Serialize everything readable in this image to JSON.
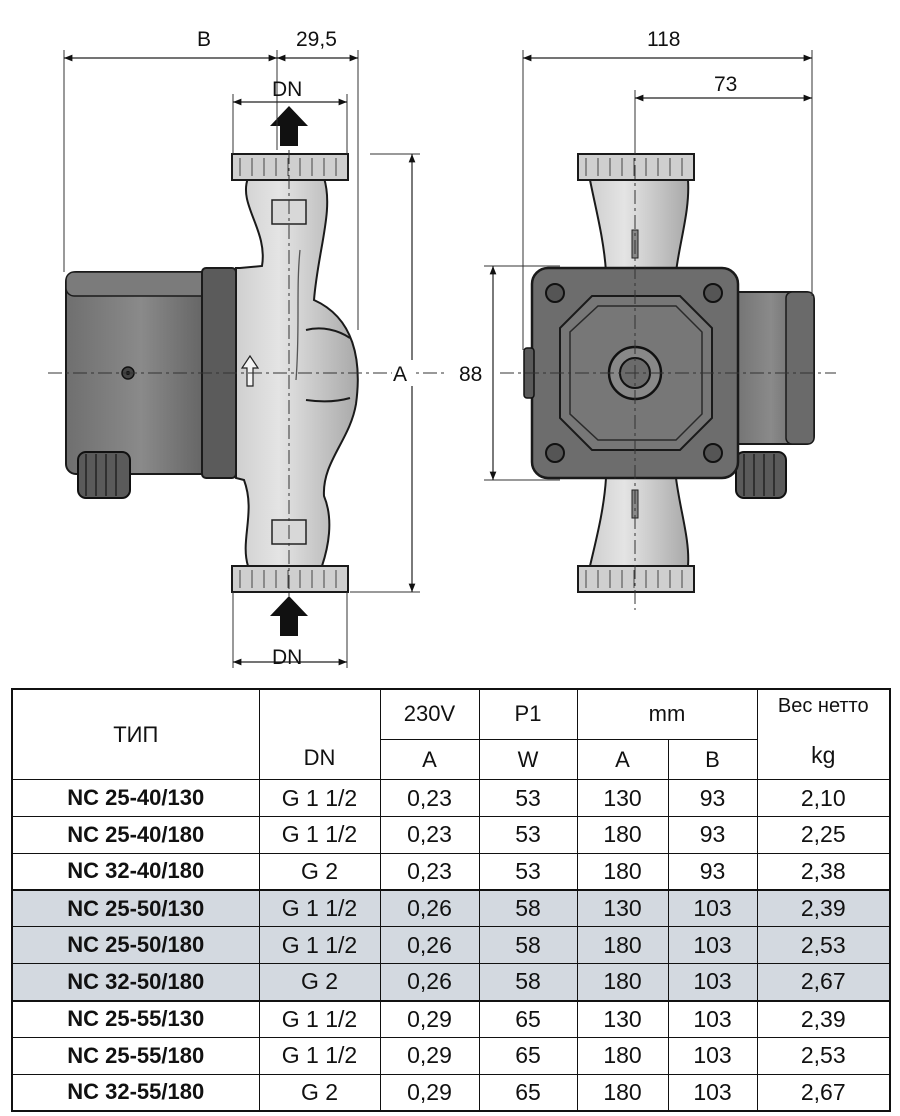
{
  "drawing": {
    "labels": {
      "b": "B",
      "offset": "29,5",
      "dn_top": "DN",
      "dn_bottom": "DN",
      "a": "A",
      "height_88": "88",
      "width_118": "118",
      "width_73": "73"
    }
  },
  "table": {
    "headers": {
      "type": "ТИП",
      "dn": "DN",
      "voltage": "230V",
      "current_unit": "A",
      "power": "P1",
      "power_unit": "W",
      "mm": "mm",
      "a": "A",
      "b": "B",
      "weight": "Вес нетто",
      "weight_unit": "kg"
    },
    "rows": [
      {
        "type": "NC 25-40/130",
        "dn": "G 1 1/2",
        "current": "0,23",
        "power": "53",
        "a": "130",
        "b": "93",
        "weight": "2,10"
      },
      {
        "type": "NC 25-40/180",
        "dn": "G 1 1/2",
        "current": "0,23",
        "power": "53",
        "a": "180",
        "b": "93",
        "weight": "2,25"
      },
      {
        "type": "NC 32-40/180",
        "dn": "G 2",
        "current": "0,23",
        "power": "53",
        "a": "180",
        "b": "93",
        "weight": "2,38"
      },
      {
        "type": "NC 25-50/130",
        "dn": "G 1 1/2",
        "current": "0,26",
        "power": "58",
        "a": "130",
        "b": "103",
        "weight": "2,39"
      },
      {
        "type": "NC 25-50/180",
        "dn": "G 1 1/2",
        "current": "0,26",
        "power": "58",
        "a": "180",
        "b": "103",
        "weight": "2,53"
      },
      {
        "type": "NC 32-50/180",
        "dn": "G 2",
        "current": "0,26",
        "power": "58",
        "a": "180",
        "b": "103",
        "weight": "2,67"
      },
      {
        "type": "NC 25-55/130",
        "dn": "G 1 1/2",
        "current": "0,29",
        "power": "65",
        "a": "130",
        "b": "103",
        "weight": "2,39"
      },
      {
        "type": "NC 25-55/180",
        "dn": "G 1 1/2",
        "current": "0,29",
        "power": "65",
        "a": "180",
        "b": "103",
        "weight": "2,53"
      },
      {
        "type": "NC 32-55/180",
        "dn": "G 2",
        "current": "0,29",
        "power": "65",
        "a": "180",
        "b": "103",
        "weight": "2,67"
      }
    ],
    "colors": {
      "shaded_row": "#d3d9e0",
      "border": "#111111"
    }
  }
}
